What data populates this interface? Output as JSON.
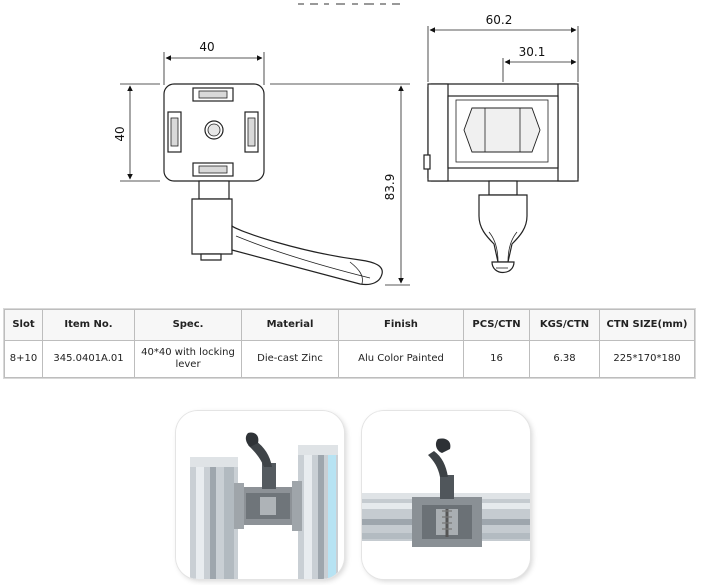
{
  "drawing": {
    "front_width_label": "40",
    "front_height_label": "40",
    "total_height_label": "83.9",
    "side_width_label": "60.2",
    "side_half_label": "30.1"
  },
  "table": {
    "headers": [
      "Slot",
      "Item No.",
      "Spec.",
      "Material",
      "Finish",
      "PCS/CTN",
      "KGS/CTN",
      "CTN SIZE(mm)"
    ],
    "row": {
      "slot": "8+10",
      "item_no": "345.0401A.01",
      "spec": "40*40 with locking lever",
      "material": "Die-cast Zinc",
      "finish": "Alu Color Painted",
      "pcs_ctn": "16",
      "kgs_ctn": "6.38",
      "ctn_size": "225*170*180"
    }
  },
  "colors": {
    "border": "#bdbdbd",
    "metal": "#9a9a9a",
    "lever": "#4a4a4a",
    "photo_bg": "#ffffff"
  }
}
